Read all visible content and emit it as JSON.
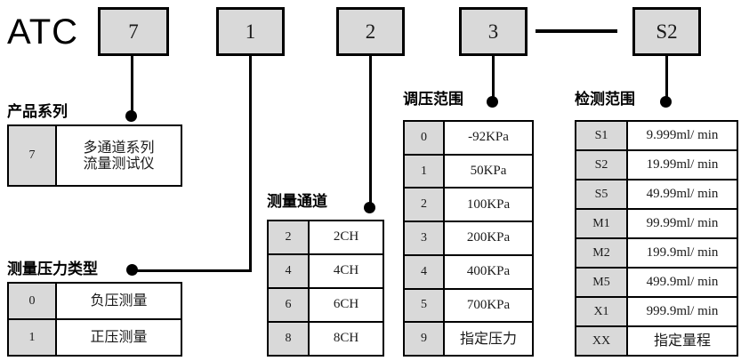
{
  "diagram": {
    "brand": "ATC",
    "separator": "—",
    "code_boxes": [
      {
        "name": "series-code",
        "value": "7"
      },
      {
        "name": "pressure-type-code",
        "value": "1"
      },
      {
        "name": "channel-code",
        "value": "2"
      },
      {
        "name": "pressure-range-code",
        "value": "3"
      },
      {
        "name": "detection-range-code",
        "value": "S2"
      }
    ],
    "sections": [
      {
        "key": "product_series",
        "caption": "产品系列",
        "rows": [
          {
            "code": "7",
            "desc": "多通道系列\n流量测试仪"
          }
        ]
      },
      {
        "key": "pressure_type",
        "caption": "测量压力类型",
        "rows": [
          {
            "code": "0",
            "desc": "负压测量"
          },
          {
            "code": "1",
            "desc": "正压测量"
          }
        ]
      },
      {
        "key": "measure_channel",
        "caption": "测量通道",
        "rows": [
          {
            "code": "2",
            "desc": "2CH"
          },
          {
            "code": "4",
            "desc": "4CH"
          },
          {
            "code": "6",
            "desc": "6CH"
          },
          {
            "code": "8",
            "desc": "8CH"
          }
        ]
      },
      {
        "key": "pressure_range",
        "caption": "调压范围",
        "rows": [
          {
            "code": "0",
            "desc": "-92KPa"
          },
          {
            "code": "1",
            "desc": "50KPa"
          },
          {
            "code": "2",
            "desc": "100KPa"
          },
          {
            "code": "3",
            "desc": "200KPa"
          },
          {
            "code": "4",
            "desc": "400KPa"
          },
          {
            "code": "5",
            "desc": "700KPa"
          },
          {
            "code": "9",
            "desc": "指定压力"
          }
        ]
      },
      {
        "key": "detection_range",
        "caption": "检测范围",
        "rows": [
          {
            "code": "S1",
            "desc": "9.999ml/ min"
          },
          {
            "code": "S2",
            "desc": "19.99ml/ min"
          },
          {
            "code": "S5",
            "desc": "49.99ml/ min"
          },
          {
            "code": "M1",
            "desc": "99.99ml/ min"
          },
          {
            "code": "M2",
            "desc": "199.9ml/ min"
          },
          {
            "code": "M5",
            "desc": "499.9ml/ min"
          },
          {
            "code": "X1",
            "desc": "999.9ml/ min"
          },
          {
            "code": "XX",
            "desc": "指定量程"
          }
        ]
      }
    ]
  }
}
